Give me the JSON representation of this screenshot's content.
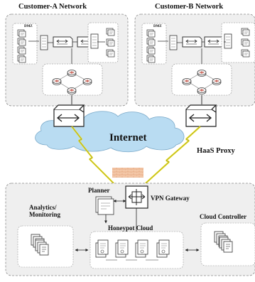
{
  "network_a": {
    "title": "Customer-A Network",
    "dmz_label": "DMZ"
  },
  "network_b": {
    "title": "Customer-B Network",
    "dmz_label": "DMZ"
  },
  "internet": {
    "label": "Internet"
  },
  "haas_proxy": {
    "label": "HaaS Proxy"
  },
  "honeypot_side": {
    "planner": "Planner",
    "vpn_gateway": "VPN Gateway",
    "analytics": "Analytics/\nMonitoring",
    "honeypot_cloud": "Honeypot Cloud",
    "cloud_controller": "Cloud Controller"
  },
  "colors": {
    "panel_fill": "#efefef",
    "panel_border": "#888888",
    "internet_cloud": "#b9dcf2",
    "lightning": "#e8df1a",
    "firewall": "#f3c8a8"
  },
  "icons": {
    "router": "router-icon",
    "switch": "switch-icon",
    "server": "server-icon",
    "proxy": "haas-proxy-icon",
    "vpn": "vpn-gateway-icon",
    "firewall": "firewall-icon"
  }
}
